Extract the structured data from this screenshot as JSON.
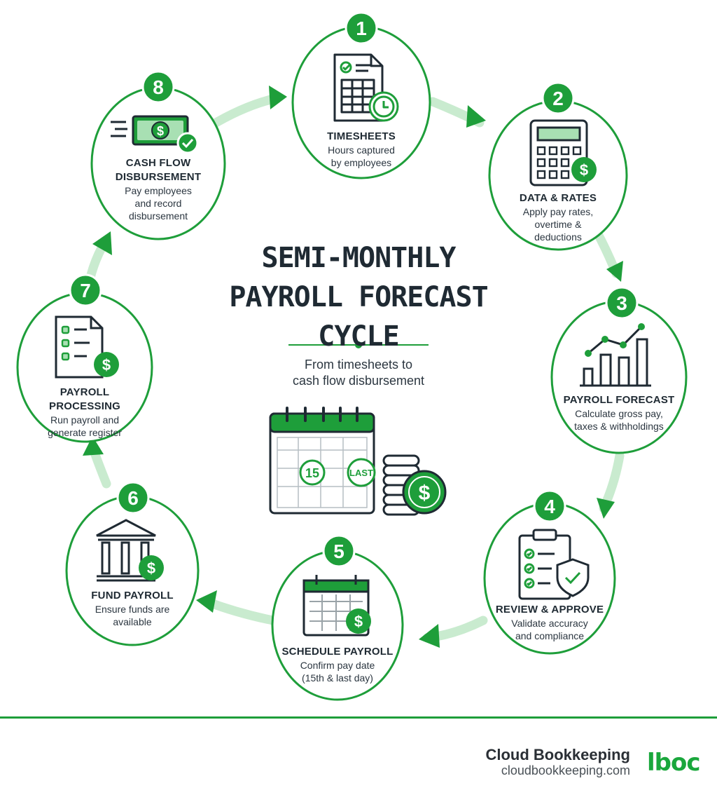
{
  "title_lines": [
    "SEMI-MONTHLY",
    "PAYROLL FORECAST",
    "CYCLE"
  ],
  "subtitle_lines": [
    "From timesheets to",
    "cash flow disbursement"
  ],
  "calendar": {
    "day1": "15",
    "day2": "LAST",
    "currency_symbol": "$"
  },
  "colors": {
    "green": "#1e9e3a",
    "light_green": "#c9ebcf",
    "dark": "#1f2a33"
  },
  "steps": [
    {
      "number": "1",
      "title_lines": [
        "TIMESHEETS"
      ],
      "desc_lines": [
        "Hours captured",
        "by employees"
      ],
      "icon": "timesheet-clock-icon"
    },
    {
      "number": "2",
      "title_lines": [
        "DATA & RATES"
      ],
      "desc_lines": [
        "Apply pay rates,",
        "overtime &",
        "deductions"
      ],
      "icon": "calculator-icon"
    },
    {
      "number": "3",
      "title_lines": [
        "PAYROLL FORECAST"
      ],
      "desc_lines": [
        "Calculate gross pay,",
        "taxes & withholdings"
      ],
      "icon": "forecast-chart-icon"
    },
    {
      "number": "4",
      "title_lines": [
        "REVIEW & APPROVE"
      ],
      "desc_lines": [
        "Validate accuracy",
        "and compliance"
      ],
      "icon": "clipboard-shield-icon"
    },
    {
      "number": "5",
      "title_lines": [
        "SCHEDULE PAYROLL"
      ],
      "desc_lines": [
        "Confirm pay date",
        "(15th & last day)"
      ],
      "icon": "calendar-dollar-icon"
    },
    {
      "number": "6",
      "title_lines": [
        "FUND PAYROLL"
      ],
      "desc_lines": [
        "Ensure funds are",
        "available"
      ],
      "icon": "bank-icon"
    },
    {
      "number": "7",
      "title_lines": [
        "PAYROLL PROCESSING"
      ],
      "desc_lines": [
        "Run payroll and",
        "generate register"
      ],
      "icon": "document-checklist-icon"
    },
    {
      "number": "8",
      "title_lines": [
        "CASH FLOW",
        "DISBURSEMENT"
      ],
      "desc_lines": [
        "Pay employees",
        "and record",
        "disbursement"
      ],
      "icon": "cash-check-icon"
    }
  ],
  "footer": {
    "brand_name": "Cloud Bookkeeping",
    "brand_url": "cloudbookkeeping.com",
    "logo_text": "lboc"
  }
}
